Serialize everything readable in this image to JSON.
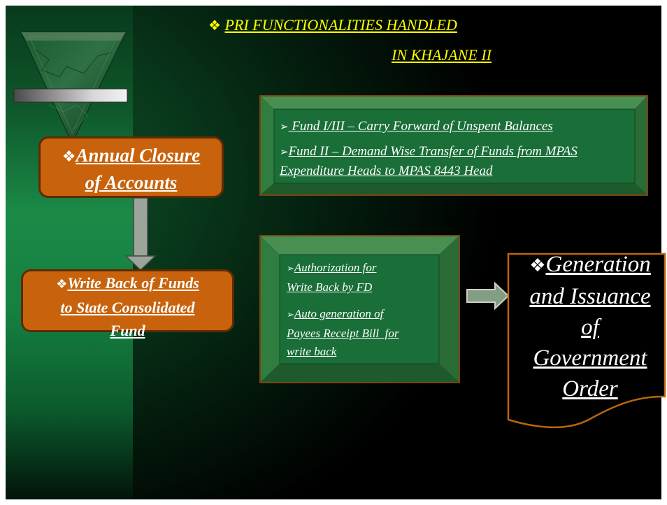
{
  "title": {
    "bullet": "❖",
    "line1": "PRI FUNCTIONALITIES HANDLED",
    "line2": "IN KHAJANE II"
  },
  "annual_closure": {
    "bullet": "❖",
    "lines": [
      "Annual Closure",
      "of Accounts"
    ]
  },
  "write_back": {
    "bullet": "❖",
    "lines": [
      "Write Back of Funds",
      "to State Consolidated",
      "Fund"
    ]
  },
  "fund_transfer_box": {
    "items": [
      {
        "bullet": "➢",
        "lines": [
          " Fund I/III – Carry Forward of Unspent Balances"
        ]
      },
      {
        "bullet": "➢",
        "lines": [
          "Fund II – Demand Wise Transfer of Funds from MPAS",
          "Expenditure Heads to MPAS 8443 Head"
        ]
      }
    ]
  },
  "write_back_steps_box": {
    "items": [
      {
        "bullet": "➢",
        "lines": [
          "Authorization for",
          "Write Back by FD"
        ]
      },
      {
        "bullet": "➢",
        "lines": [
          "Auto generation of",
          "Payees Receipt Bill  for",
          "write back"
        ]
      }
    ]
  },
  "government_order": {
    "bullet": "❖",
    "lines": [
      "Generation",
      "and Issuance",
      "of",
      "Government",
      "Order"
    ]
  },
  "colors": {
    "title_text": "#ffff00",
    "box_text": "#ffffff",
    "orange_box": "#c8620c",
    "orange_border": "#5c2c04",
    "bevel_inner": "#1a6e38",
    "bevel_border": "#7a4410",
    "document_fill": "#000000",
    "document_border": "#b8660e",
    "arrow_fill": "#9ca59a"
  }
}
